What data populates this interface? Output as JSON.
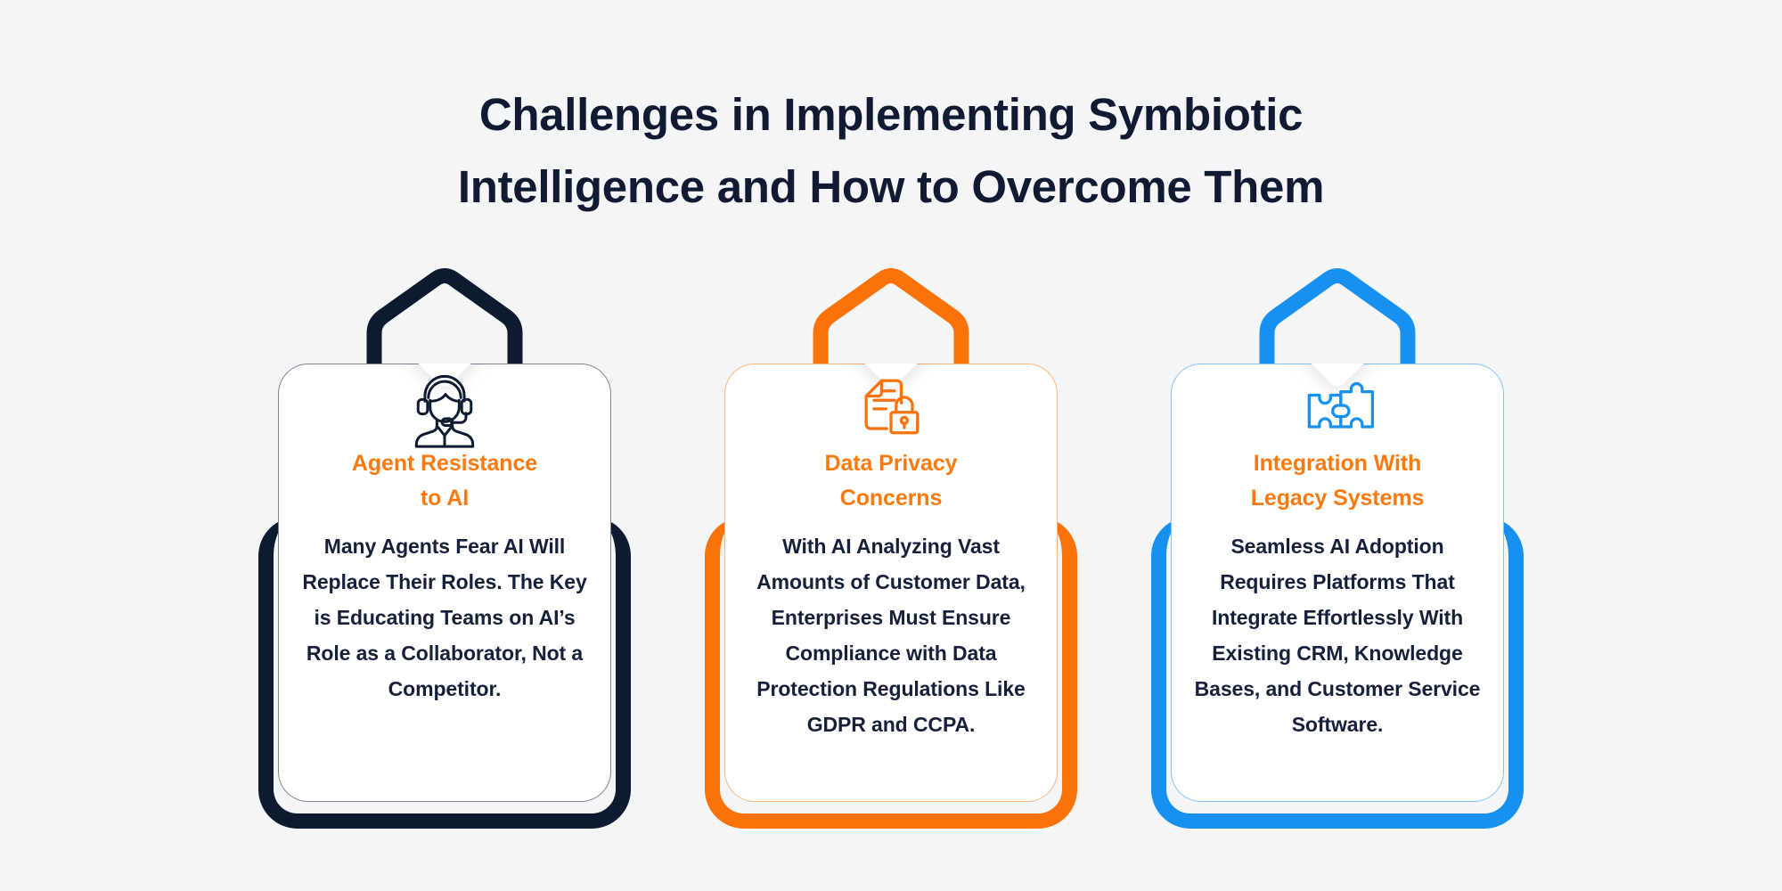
{
  "page": {
    "background_color": "#f4f5f7",
    "title": {
      "line1": "Challenges in Implementing Symbiotic",
      "line2": "Intelligence and How to Overcome Them",
      "color": "#101a33"
    }
  },
  "cards": [
    {
      "id": "agent-resistance",
      "icon": "headset-agent-icon",
      "accent_color": "#0d1b30",
      "heading_color": "#fa7a10",
      "heading_line1": "Agent Resistance",
      "heading_line2": "to AI",
      "body": "Many Agents Fear AI Will Replace Their Roles. The Key is Educating Teams on AI’s Role as a Collaborator, Not a Competitor.",
      "body_color": "#16203a"
    },
    {
      "id": "data-privacy",
      "icon": "document-lock-icon",
      "accent_color": "#fa7209",
      "heading_color": "#fa7a10",
      "heading_line1": "Data Privacy",
      "heading_line2": "Concerns",
      "body": "With AI Analyzing Vast Amounts of Customer Data, Enterprises Must Ensure Compliance with Data Protection Regulations Like GDPR and CCPA.",
      "body_color": "#16203a"
    },
    {
      "id": "legacy-integration",
      "icon": "puzzle-pieces-icon",
      "accent_color": "#1890f0",
      "heading_color": "#fa7a10",
      "heading_line1": "Integration With",
      "heading_line2": "Legacy Systems",
      "body": "Seamless AI Adoption Requires Platforms That Integrate Effortlessly With Existing CRM, Knowledge Bases, and Customer Service Software.",
      "body_color": "#16203a"
    }
  ]
}
